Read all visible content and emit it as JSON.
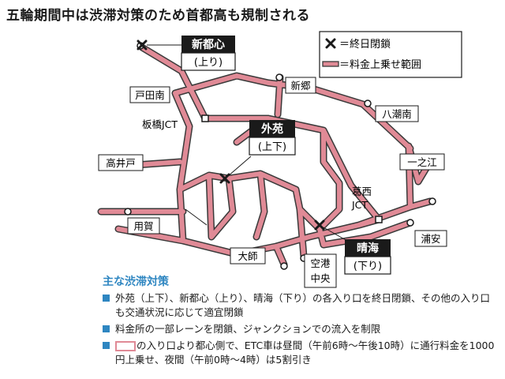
{
  "title": "五輪期間中は渋滞対策のため首都高も規制される",
  "legend": {
    "closed_label": "＝終日閉鎖",
    "surcharge_label": "＝料金上乗せ範囲",
    "closed_color": "#1a1a1a",
    "surcharge_color": "#e08a96"
  },
  "colors": {
    "route_fill": "#e08a96",
    "route_outline": "#3a3a3a",
    "accent_blue": "#2e86c1"
  },
  "places": {
    "shintoshin": {
      "name": "新都心",
      "note": "(上り)"
    },
    "gaien": {
      "name": "外苑",
      "note": "(上下)"
    },
    "harumi": {
      "name": "晴海",
      "note": "(下り)"
    },
    "todaminami": "戸田南",
    "shingo": "新郷",
    "hachijominami": "八潮南",
    "itabashi_jct": "板橋JCT",
    "takaido": "高井戸",
    "ichinoe": "一之江",
    "kasai_jct": "葛西 JCT",
    "youga": "用賀",
    "urayasu": "浦安",
    "ohashi": "大師",
    "kuko_chuo": "空港 中央"
  },
  "measures": {
    "heading": "主な渋滞対策",
    "items": [
      "外苑（上下）、新都心（上り）、晴海（下り）の各入り口を終日閉鎖、その他の入り口も交通状況に応じて適宜閉鎖",
      "料金所の一部レーンを閉鎖、ジャンクションでの流入を制限"
    ],
    "item3_text": "の入り口より都心側で、ETC車は昼間（午前6時～午後10時）に通行料金を1000円上乗せ、夜間（午前0時～4時）は5割引き"
  }
}
